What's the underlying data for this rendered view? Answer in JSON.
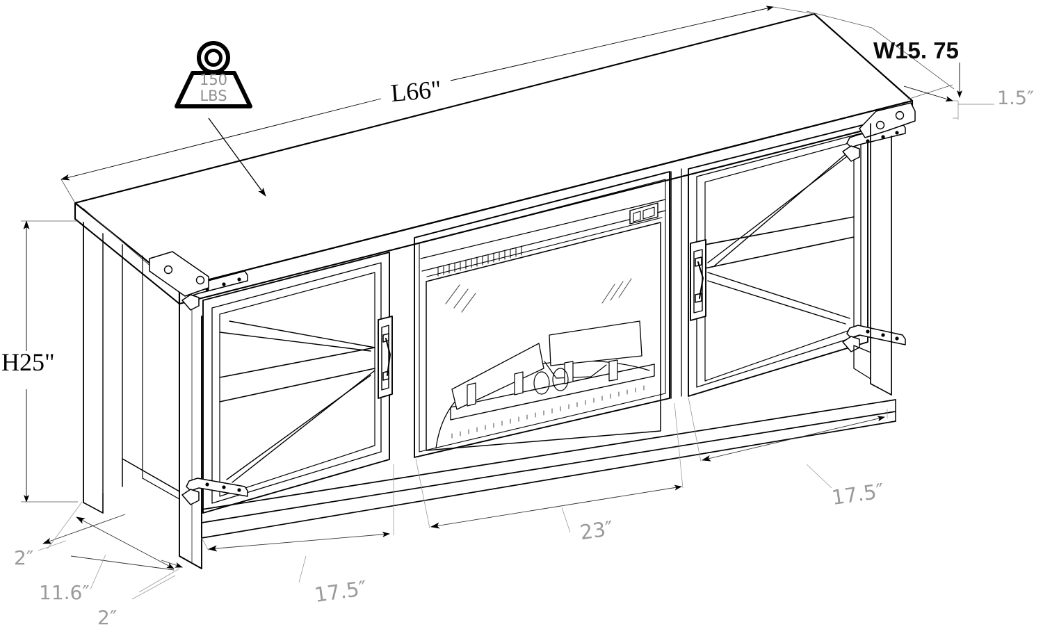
{
  "drawing": {
    "title": "Electric fireplace TV stand dimension drawing",
    "product": "barn-door fireplace TV console",
    "view": "isometric line drawing",
    "line_color": "#000000",
    "dim_gray_color": "#9a9a9a",
    "background": "#ffffff"
  },
  "load_badge": {
    "name": "weight-capacity-icon",
    "value": "150",
    "unit": "LBS",
    "color": "#8f8f8f"
  },
  "dimensions": {
    "length": {
      "label": "L66\"",
      "value": 66,
      "unit": "in",
      "style": "primary"
    },
    "height": {
      "label": "H25\"",
      "value": 25,
      "unit": "in",
      "style": "primary"
    },
    "width": {
      "label": "W15. 75",
      "value": 15.75,
      "unit": "in",
      "style": "bold"
    },
    "top_thickness": {
      "label": "1.5″",
      "value": 1.5,
      "unit": "in",
      "style": "gray"
    },
    "left_door_width": {
      "label": "17.5″",
      "value": 17.5,
      "unit": "in",
      "style": "gray"
    },
    "right_door_width": {
      "label": "17.5″",
      "value": 17.5,
      "unit": "in",
      "style": "gray"
    },
    "center_opening": {
      "label": "23″",
      "value": 23,
      "unit": "in",
      "style": "gray"
    },
    "leg_left": {
      "label": "2″",
      "value": 2,
      "unit": "in",
      "style": "gray"
    },
    "leg_right": {
      "label": "2″",
      "value": 2,
      "unit": "in",
      "style": "gray"
    },
    "depth_inner": {
      "label": "11.6″",
      "value": 11.6,
      "unit": "in",
      "style": "gray"
    }
  },
  "components": {
    "top_panel": "top-panel",
    "left_door": "left-barn-door",
    "right_door": "right-barn-door",
    "fireplace_insert": "electric-fireplace-insert",
    "glass_front": "fireplace-glass-panel",
    "vent_grille": "fireplace-vent-grille",
    "control_panel": "fireplace-control-panel",
    "ember_bed": "fireplace-ember-log-bed",
    "left_leg": "left-leg",
    "right_leg": "right-leg",
    "bottom_rail": "bottom-rail",
    "handles": [
      "left-door-handle",
      "right-door-handle"
    ],
    "hinges": [
      "door-strap-hinge"
    ],
    "corner_brackets": [
      "corner-bracket"
    ]
  }
}
